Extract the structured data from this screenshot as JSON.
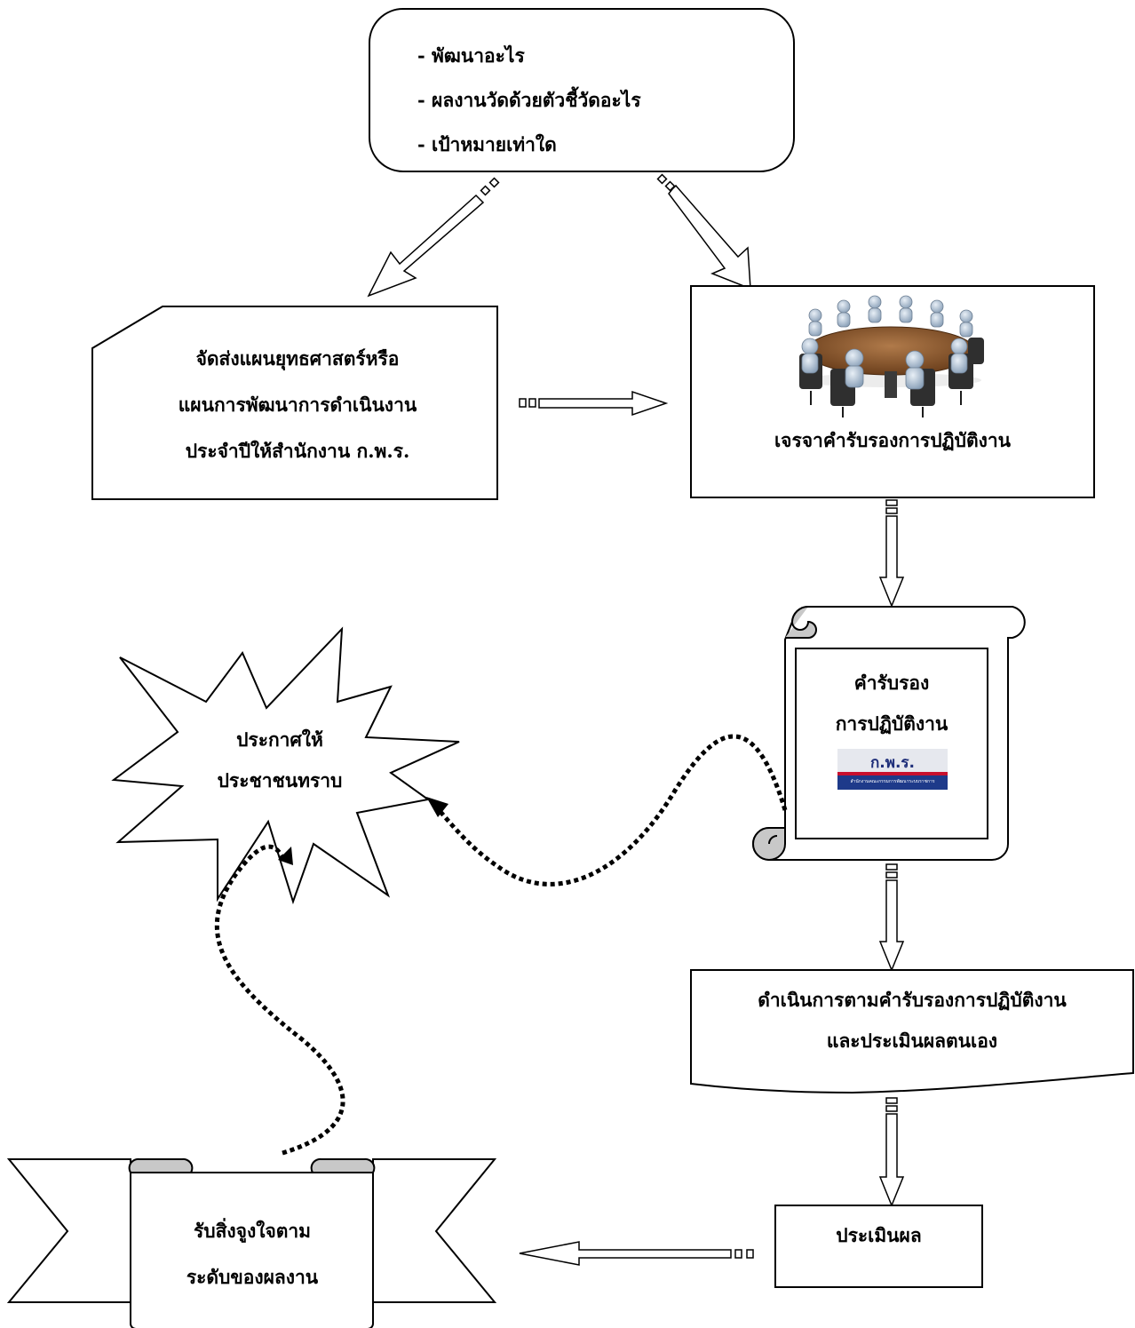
{
  "goal_box": {
    "items": [
      "- พัฒนาอะไร",
      "- ผลงานวัดด้วยตัวชี้วัดอะไร",
      "- เป้าหมายเท่าใด"
    ]
  },
  "submit_plan": {
    "lines": [
      "จัดส่งแผนยุทธศาสตร์หรือ",
      "แผนการพัฒนาการดำเนินงาน",
      "ประจำปีให้สำนักงาน ก.พ.ร."
    ]
  },
  "negotiate": {
    "label": "เจรจาคำรับรองการปฏิบัติงาน",
    "illustration": "meeting-table-figures"
  },
  "agreement": {
    "lines": [
      "คำรับรอง",
      "การปฏิบัติงาน"
    ],
    "logo_text": "ก.พ.ร.",
    "logo_subtext": "สำนักงานคณะกรรมการพัฒนาระบบราชการ",
    "logo_colors": {
      "text": "#1f2f7a",
      "stripe_red": "#c8102e",
      "band_blue": "#1e3a8a",
      "bg": "#e6e8ee"
    }
  },
  "execute": {
    "lines": [
      "ดำเนินการตามคำรับรองการปฏิบัติงาน",
      "และประเมินผลตนเอง"
    ]
  },
  "evaluate": {
    "label": "ประเมินผล"
  },
  "reward": {
    "lines": [
      "รับสิ่งจูงใจตาม",
      "ระดับของผลงาน"
    ]
  },
  "announce": {
    "lines": [
      "ประกาศให้",
      "ประชาชนทราบ"
    ]
  },
  "colors": {
    "stroke": "#000000",
    "fill": "#ffffff",
    "scroll_shade": "#c8c8c8",
    "table": "#8b5a2b"
  }
}
